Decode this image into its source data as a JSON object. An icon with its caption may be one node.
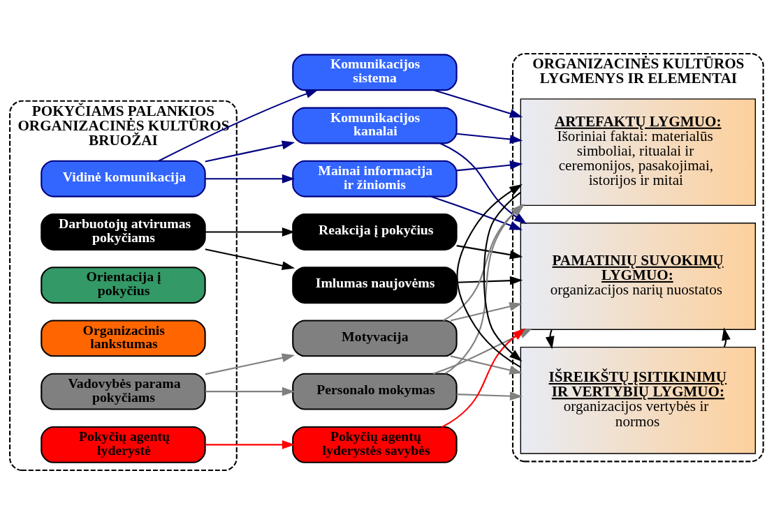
{
  "diagram": {
    "nodes": [
      {
        "text": [
          "POKYČIAMS PALANKIOS ORGANIZACINĖS KULTŪROS BRUOŽAI"
        ]
      },
      {
        "text": [
          "Vidinė komunikacija"
        ],
        "in": 0
      },
      {
        "text": [
          "Darbuotojų atvirumas pokyčiams"
        ],
        "in": 0
      },
      {
        "text": [
          "Orientacija į pokyčius"
        ],
        "in": 0
      },
      {
        "text": [
          "Organizacinis lankstumas"
        ],
        "in": 0
      },
      {
        "text": [
          "Vadovybės parama pokyčiams"
        ],
        "in": 0
      },
      {
        "text": [
          "Pokyčių agentų lyderystė"
        ],
        "in": 0
      },
      {
        "text": [
          "Mainai informacija ir žiniomis"
        ]
      },
      {
        "text": [
          "Komunikacijos kanalai"
        ]
      },
      {
        "text": [
          "Komunikacijos sistema"
        ]
      },
      {
        "text": [
          "Reakcija į pokyčius"
        ]
      },
      {
        "text": [
          "Imlumas naujovėms"
        ]
      },
      {
        "text": [
          "Motyvacija"
        ]
      },
      {
        "text": [
          "Personalo mokymas"
        ]
      },
      {
        "text": [
          "Pokyčių agentų lyderystės savybės"
        ]
      },
      {
        "text": [
          "ORGANIZACINĖS KULTŪROS LYGMENYS IR ELEMENTAI"
        ]
      },
      {
        "text": [
          "ARTEFAKTŲ LYGMUO:",
          "Išoriniai faktai: materialūs simboliai, ritualai ir ceremonijos, pasakojimai, istorijos ir mitai"
        ],
        "in": 15
      },
      {
        "text": [
          "IŠREIKŠTŲ ĮSITIKINIMŲ IR VERTYBIŲ LYGMUO:",
          "organizacijos vertybės ir normos"
        ],
        "in": 15
      },
      {
        "text": [
          "PAMATINIŲ SUVOKIMŲ LYGMUO:",
          "organizacijos narių nuostatos"
        ],
        "in": 15
      }
    ],
    "edges": [
      {
        "from": 1,
        "to": 7,
        "arrow": "to",
        "color": "#000080"
      },
      {
        "from": 1,
        "to": 8,
        "arrow": "to",
        "color": "#000080"
      },
      {
        "from": 1,
        "to": 9,
        "arrow": "to",
        "color": "#000080"
      },
      {
        "from": 2,
        "to": 10,
        "arrow": "to",
        "color": "#000000"
      },
      {
        "from": 2,
        "to": 11,
        "arrow": "to",
        "color": "#000000"
      },
      {
        "from": 5,
        "to": 12,
        "arrow": "to",
        "color": "#808080"
      },
      {
        "from": 5,
        "to": 13,
        "arrow": "to",
        "color": "#808080"
      },
      {
        "from": 6,
        "to": 14,
        "arrow": "to",
        "color": "#ff0000"
      },
      {
        "from": 7,
        "to": 16,
        "arrow": "to",
        "color": "#000080"
      },
      {
        "from": 7,
        "to": 18,
        "arrow": "to",
        "color": "#000080"
      },
      {
        "from": 8,
        "to": 16,
        "arrow": "to",
        "color": "#000080"
      },
      {
        "from": 8,
        "to": 18,
        "arrow": "to",
        "color": "#000080"
      },
      {
        "from": 9,
        "to": 16,
        "arrow": "to",
        "color": "#000080"
      },
      {
        "from": 10,
        "to": 18,
        "arrow": "to",
        "color": "#000000"
      },
      {
        "from": 11,
        "to": 18,
        "arrow": "to",
        "color": "#000000"
      },
      {
        "from": 12,
        "to": 16,
        "arrow": "to",
        "color": "#808080"
      },
      {
        "from": 12,
        "to": 17,
        "arrow": "to",
        "color": "#808080"
      },
      {
        "from": 12,
        "to": 18,
        "arrow": "to",
        "color": "#808080"
      },
      {
        "from": 13,
        "to": 16,
        "arrow": "to",
        "color": "#808080"
      },
      {
        "from": 13,
        "to": 17,
        "arrow": "to",
        "color": "#808080"
      },
      {
        "from": 13,
        "to": 18,
        "arrow": "to",
        "color": "#808080"
      },
      {
        "from": 14,
        "to": 18,
        "arrow": "to",
        "color": "#ff0000"
      },
      {
        "from": 16,
        "to": 17,
        "arrow": "to",
        "color": "#000000"
      },
      {
        "from": 17,
        "to": 16,
        "arrow": "to",
        "color": "#000000"
      },
      {
        "from": 17,
        "to": 18,
        "arrow": "to",
        "color": "#000000"
      },
      {
        "from": 18,
        "to": 17,
        "arrow": "to",
        "color": "#000000"
      }
    ]
  }
}
